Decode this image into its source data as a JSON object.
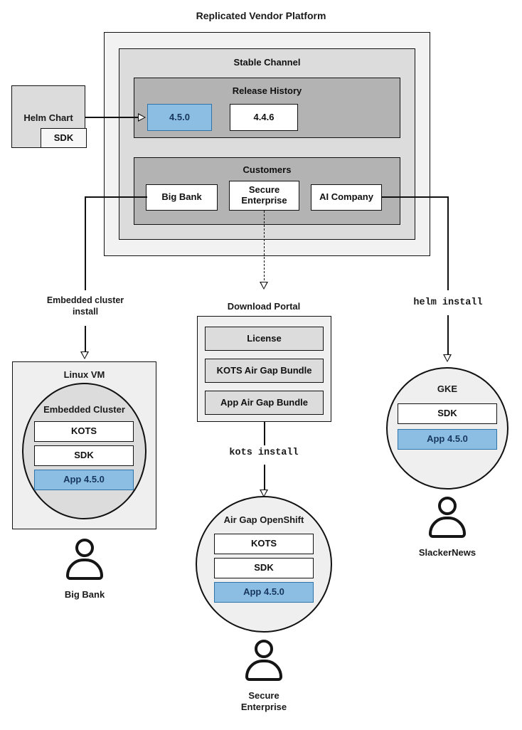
{
  "title": "Replicated Vendor Platform",
  "platform": {
    "channel": {
      "title": "Stable Channel"
    },
    "release_history": {
      "title": "Release History",
      "releases": [
        {
          "version": "4.5.0",
          "state": "active"
        },
        {
          "version": "4.4.6",
          "state": "default"
        }
      ]
    },
    "customers": {
      "title": "Customers",
      "items": [
        {
          "name": "Big Bank"
        },
        {
          "name": "Secure\nEnterprise"
        },
        {
          "name": "AI Company"
        }
      ]
    }
  },
  "source": {
    "helm_chart": {
      "label": "Helm Chart",
      "sub_label": "SDK"
    }
  },
  "flows": {
    "embedded": "Embedded cluster\ninstall",
    "kots": "kots install",
    "helm": "helm install"
  },
  "download_portal": {
    "title": "Download Portal",
    "items": [
      "License",
      "KOTS Air Gap Bundle",
      "App Air Gap Bundle"
    ]
  },
  "targets": {
    "linux_vm": {
      "title": "Linux VM",
      "cluster_title": "Embedded Cluster",
      "components": [
        {
          "label": "KOTS",
          "state": "default"
        },
        {
          "label": "SDK",
          "state": "default"
        },
        {
          "label": "App 4.5.0",
          "state": "active"
        }
      ],
      "user": "Big Bank"
    },
    "openshift": {
      "title": "Air Gap OpenShift",
      "components": [
        {
          "label": "KOTS",
          "state": "default"
        },
        {
          "label": "SDK",
          "state": "default"
        },
        {
          "label": "App 4.5.0",
          "state": "active"
        }
      ],
      "user": "Secure\nEnterprise"
    },
    "gke": {
      "title": "GKE",
      "components": [
        {
          "label": "SDK",
          "state": "default"
        },
        {
          "label": "App 4.5.0",
          "state": "active"
        }
      ],
      "user": "SlackerNews"
    }
  },
  "colors": {
    "accent_fill": "#8cbee3",
    "accent_border": "#2e74a8",
    "accent_text": "#17365d",
    "platform_bg": "#f2f2f2",
    "channel_bg": "#dcdcdc",
    "section_bg": "#b3b3b3",
    "stroke": "#111111"
  }
}
